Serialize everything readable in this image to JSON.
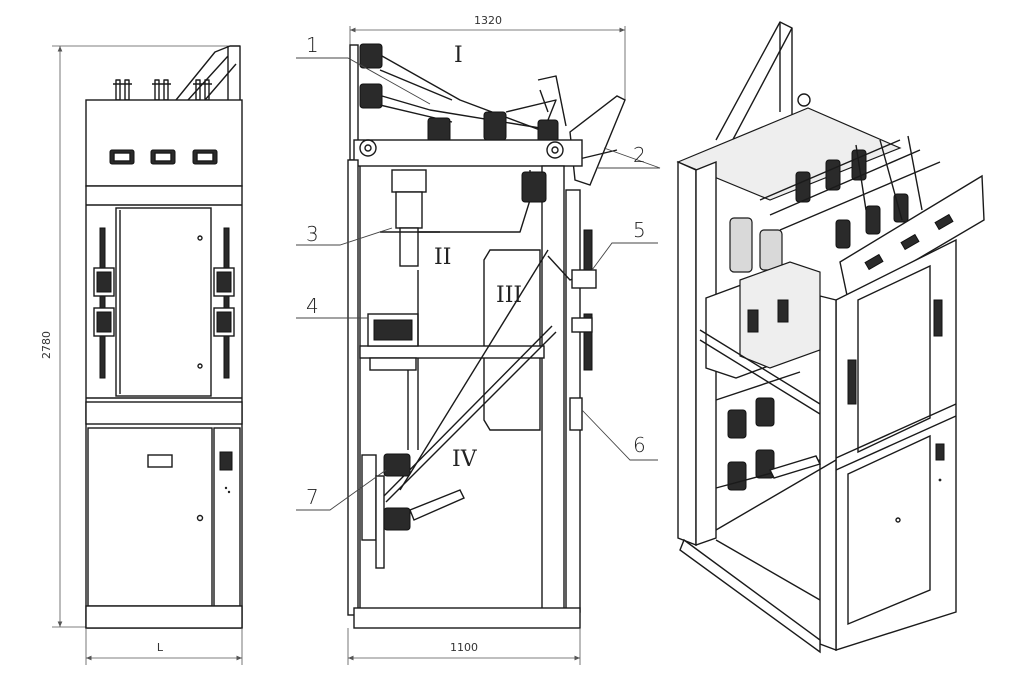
{
  "dimensions": {
    "height": "2780",
    "front_width": "L",
    "top_depth": "1320",
    "bottom_depth": "1100"
  },
  "callouts": [
    "1",
    "2",
    "3",
    "4",
    "5",
    "6",
    "7"
  ],
  "compartments": [
    "I",
    "II",
    "III",
    "IV"
  ],
  "colors": {
    "line": "#1a1a1a",
    "panel_fill": "#d9d9d9",
    "background": "#ffffff"
  }
}
